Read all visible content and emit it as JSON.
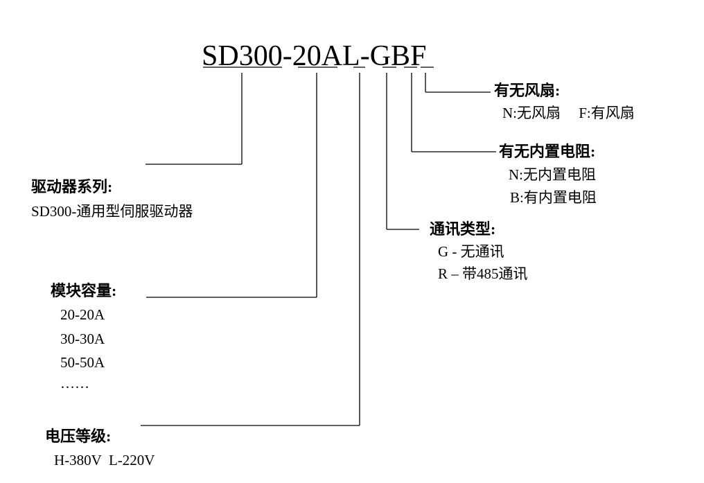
{
  "model": {
    "prefix": "SD300",
    "sep1": "-",
    "capacity": "20A",
    "voltage": "L",
    "sep2": "-",
    "comm": "G",
    "resistor": "B",
    "fan": "F"
  },
  "fields": {
    "series": {
      "title": "驱动器系列:",
      "lines": [
        "SD300-通用型伺服驱动器"
      ]
    },
    "capacity": {
      "title": "模块容量:",
      "lines": [
        "20-20A",
        "30-30A",
        "50-50A",
        "……"
      ]
    },
    "voltage": {
      "title": "电压等级:",
      "lines": [
        "H-380V  L-220V"
      ]
    },
    "comm": {
      "title": "通讯类型:",
      "lines": [
        "G - 无通讯",
        "R – 带485通讯"
      ]
    },
    "resistor": {
      "title": "有无内置电阻:",
      "lines": [
        "N:无内置电阻",
        "B:有内置电阻"
      ]
    },
    "fan": {
      "title": "有无风扇:",
      "lines": [
        "N:无风扇     F:有风扇"
      ]
    }
  }
}
